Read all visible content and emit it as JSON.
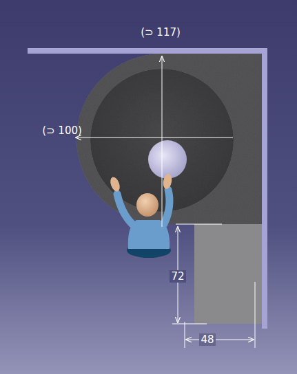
{
  "diagram": {
    "labels": [
      "(⊃ 117)",
      "(⊃ 100)",
      "72",
      "48"
    ]
  }
}
